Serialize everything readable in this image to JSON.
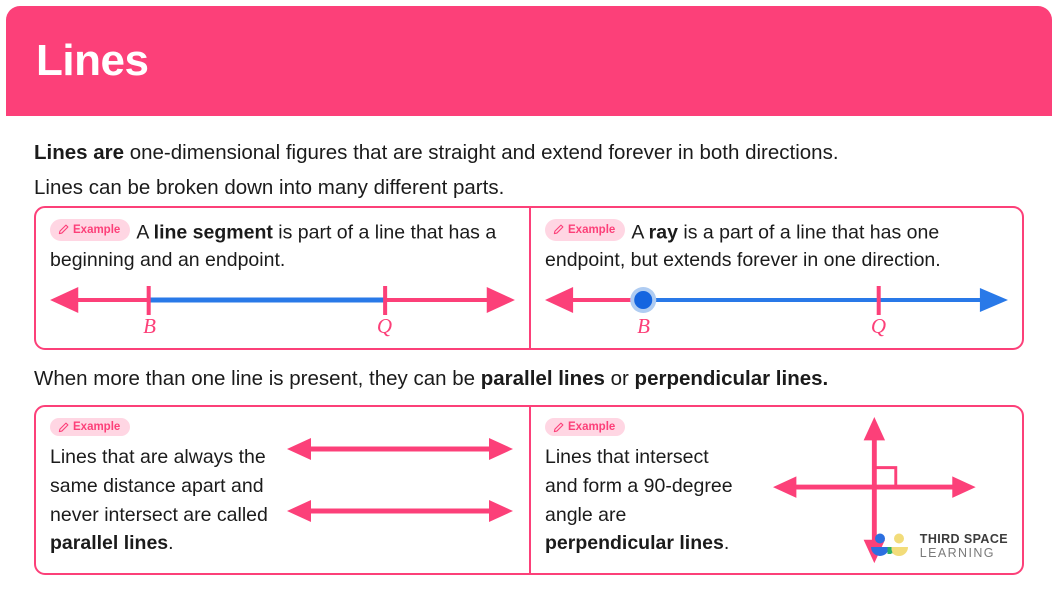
{
  "header": {
    "title": "Lines",
    "bg_color": "#FC4079"
  },
  "intro": {
    "line1_bold": "Lines are",
    "line1_rest": " one-dimensional figures that are straight and extend forever in both directions.",
    "line2": "Lines can be broken down into many different parts."
  },
  "mid_text": {
    "part1": "When more than one line is present, they can be ",
    "bold1": "parallel lines",
    "part2": " or ",
    "bold2": "perpendicular lines."
  },
  "badge": {
    "label": "Example",
    "icon": "pencil-icon",
    "bg_color": "#FFD6E3",
    "text_color": "#FC4079"
  },
  "panels": {
    "line_segment": {
      "text_part1": "A ",
      "text_bold": "line segment",
      "text_part2": " is part of a line that has a beginning and an endpoint.",
      "figure": {
        "type": "line-segment",
        "point_labels": [
          "B",
          "Q"
        ],
        "segment_color": "#2979E8",
        "line_color": "#FC4079"
      }
    },
    "ray": {
      "text_part1": "A ",
      "text_bold": "ray",
      "text_part2": " is a part of a line that has one endpoint, but extends forever in one direction.",
      "figure": {
        "type": "ray",
        "point_labels": [
          "B",
          "Q"
        ],
        "ray_color": "#2979E8",
        "line_color": "#FC4079",
        "endpoint_dot_color": "#1565E0",
        "endpoint_halo_color": "#AFCCF2"
      }
    },
    "parallel": {
      "text_line1": "Lines that are always the",
      "text_line2": "same distance apart and",
      "text_line3": "never intersect are called",
      "text_bold": "parallel lines",
      "text_period": ".",
      "figure": {
        "type": "parallel-lines",
        "arrow_count": 2,
        "color": "#FC4079"
      }
    },
    "perpendicular": {
      "text_line1": "Lines that intersect",
      "text_line2": "and form a 90-degree",
      "text_line3": "angle are",
      "text_bold": "perpendicular lines",
      "text_period": ".",
      "figure": {
        "type": "perpendicular-lines",
        "arrow_count": 4,
        "right_angle_marker": true,
        "color": "#FC4079"
      }
    }
  },
  "logo": {
    "line1": "THIRD SPACE",
    "line2": "LEARNING",
    "blue": "#2C6FE0",
    "yellow": "#F2DC7A",
    "green": "#2BAE66"
  }
}
